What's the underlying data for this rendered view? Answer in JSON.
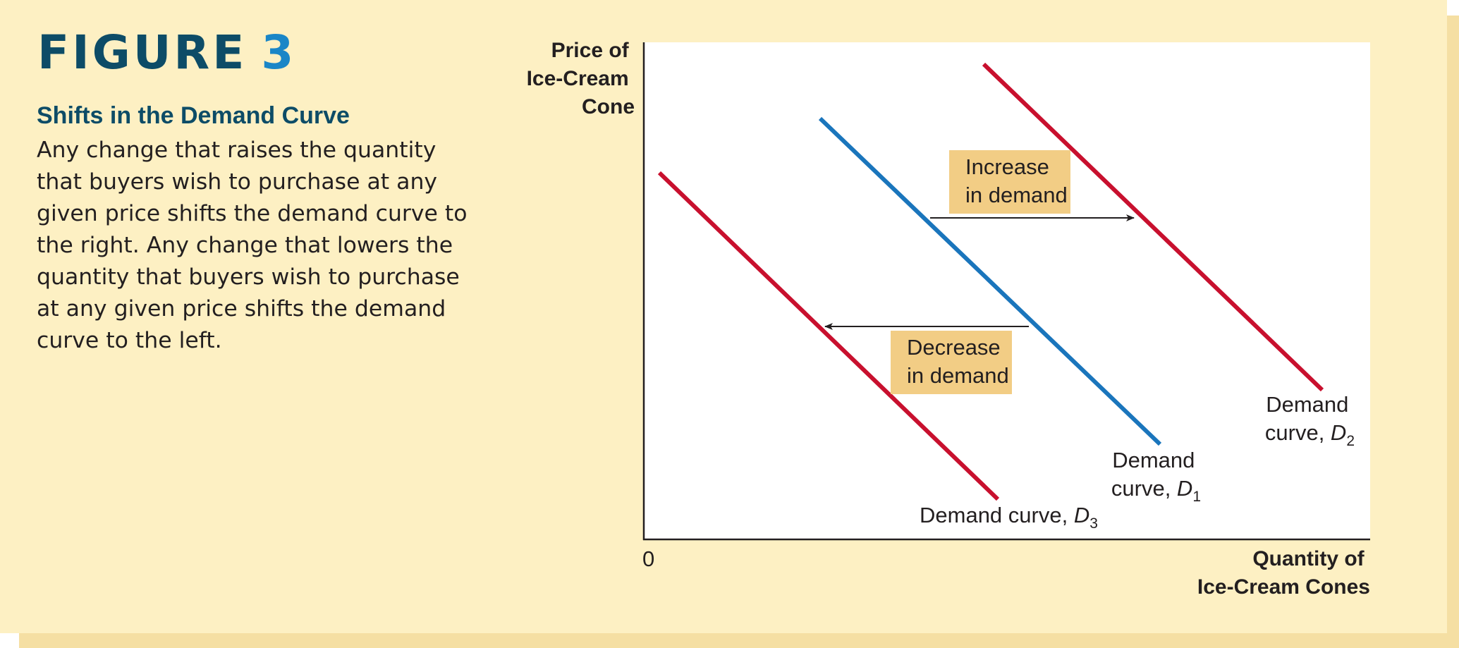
{
  "figure": {
    "label": "FIGURE",
    "number": "3",
    "title": "Shifts in the Demand Curve",
    "caption": "Any change that raises the quantity that buyers wish to purchase at any given price shifts the demand curve to the right. Any change that lowers the quantity that buyers wish to purchase at any given price shifts the demand curve to the left."
  },
  "colors": {
    "panel_background": "#fdf0c3",
    "title": "#0d4c67",
    "number": "#1a86c7",
    "curve_d1": "#1a75bc",
    "curve_shifted": "#c8102e",
    "annotation_box": "#f2cd85"
  },
  "axes": {
    "y_label": [
      "Price of",
      "Ice-Cream",
      "Cone"
    ],
    "x_label": [
      "Quantity of",
      "Ice-Cream Cones"
    ],
    "origin_label": "0"
  },
  "curves": {
    "d1": {
      "label_line1": "Demand",
      "label_line2": "curve, ",
      "name": "D",
      "sub": "1"
    },
    "d2": {
      "label_line1": "Demand",
      "label_line2": "curve, ",
      "name": "D",
      "sub": "2"
    },
    "d3": {
      "label_line1": "Demand curve, ",
      "name": "D",
      "sub": "3"
    }
  },
  "annotations": {
    "increase": [
      "Increase",
      "in demand"
    ],
    "decrease": [
      "Decrease",
      "in demand"
    ]
  }
}
